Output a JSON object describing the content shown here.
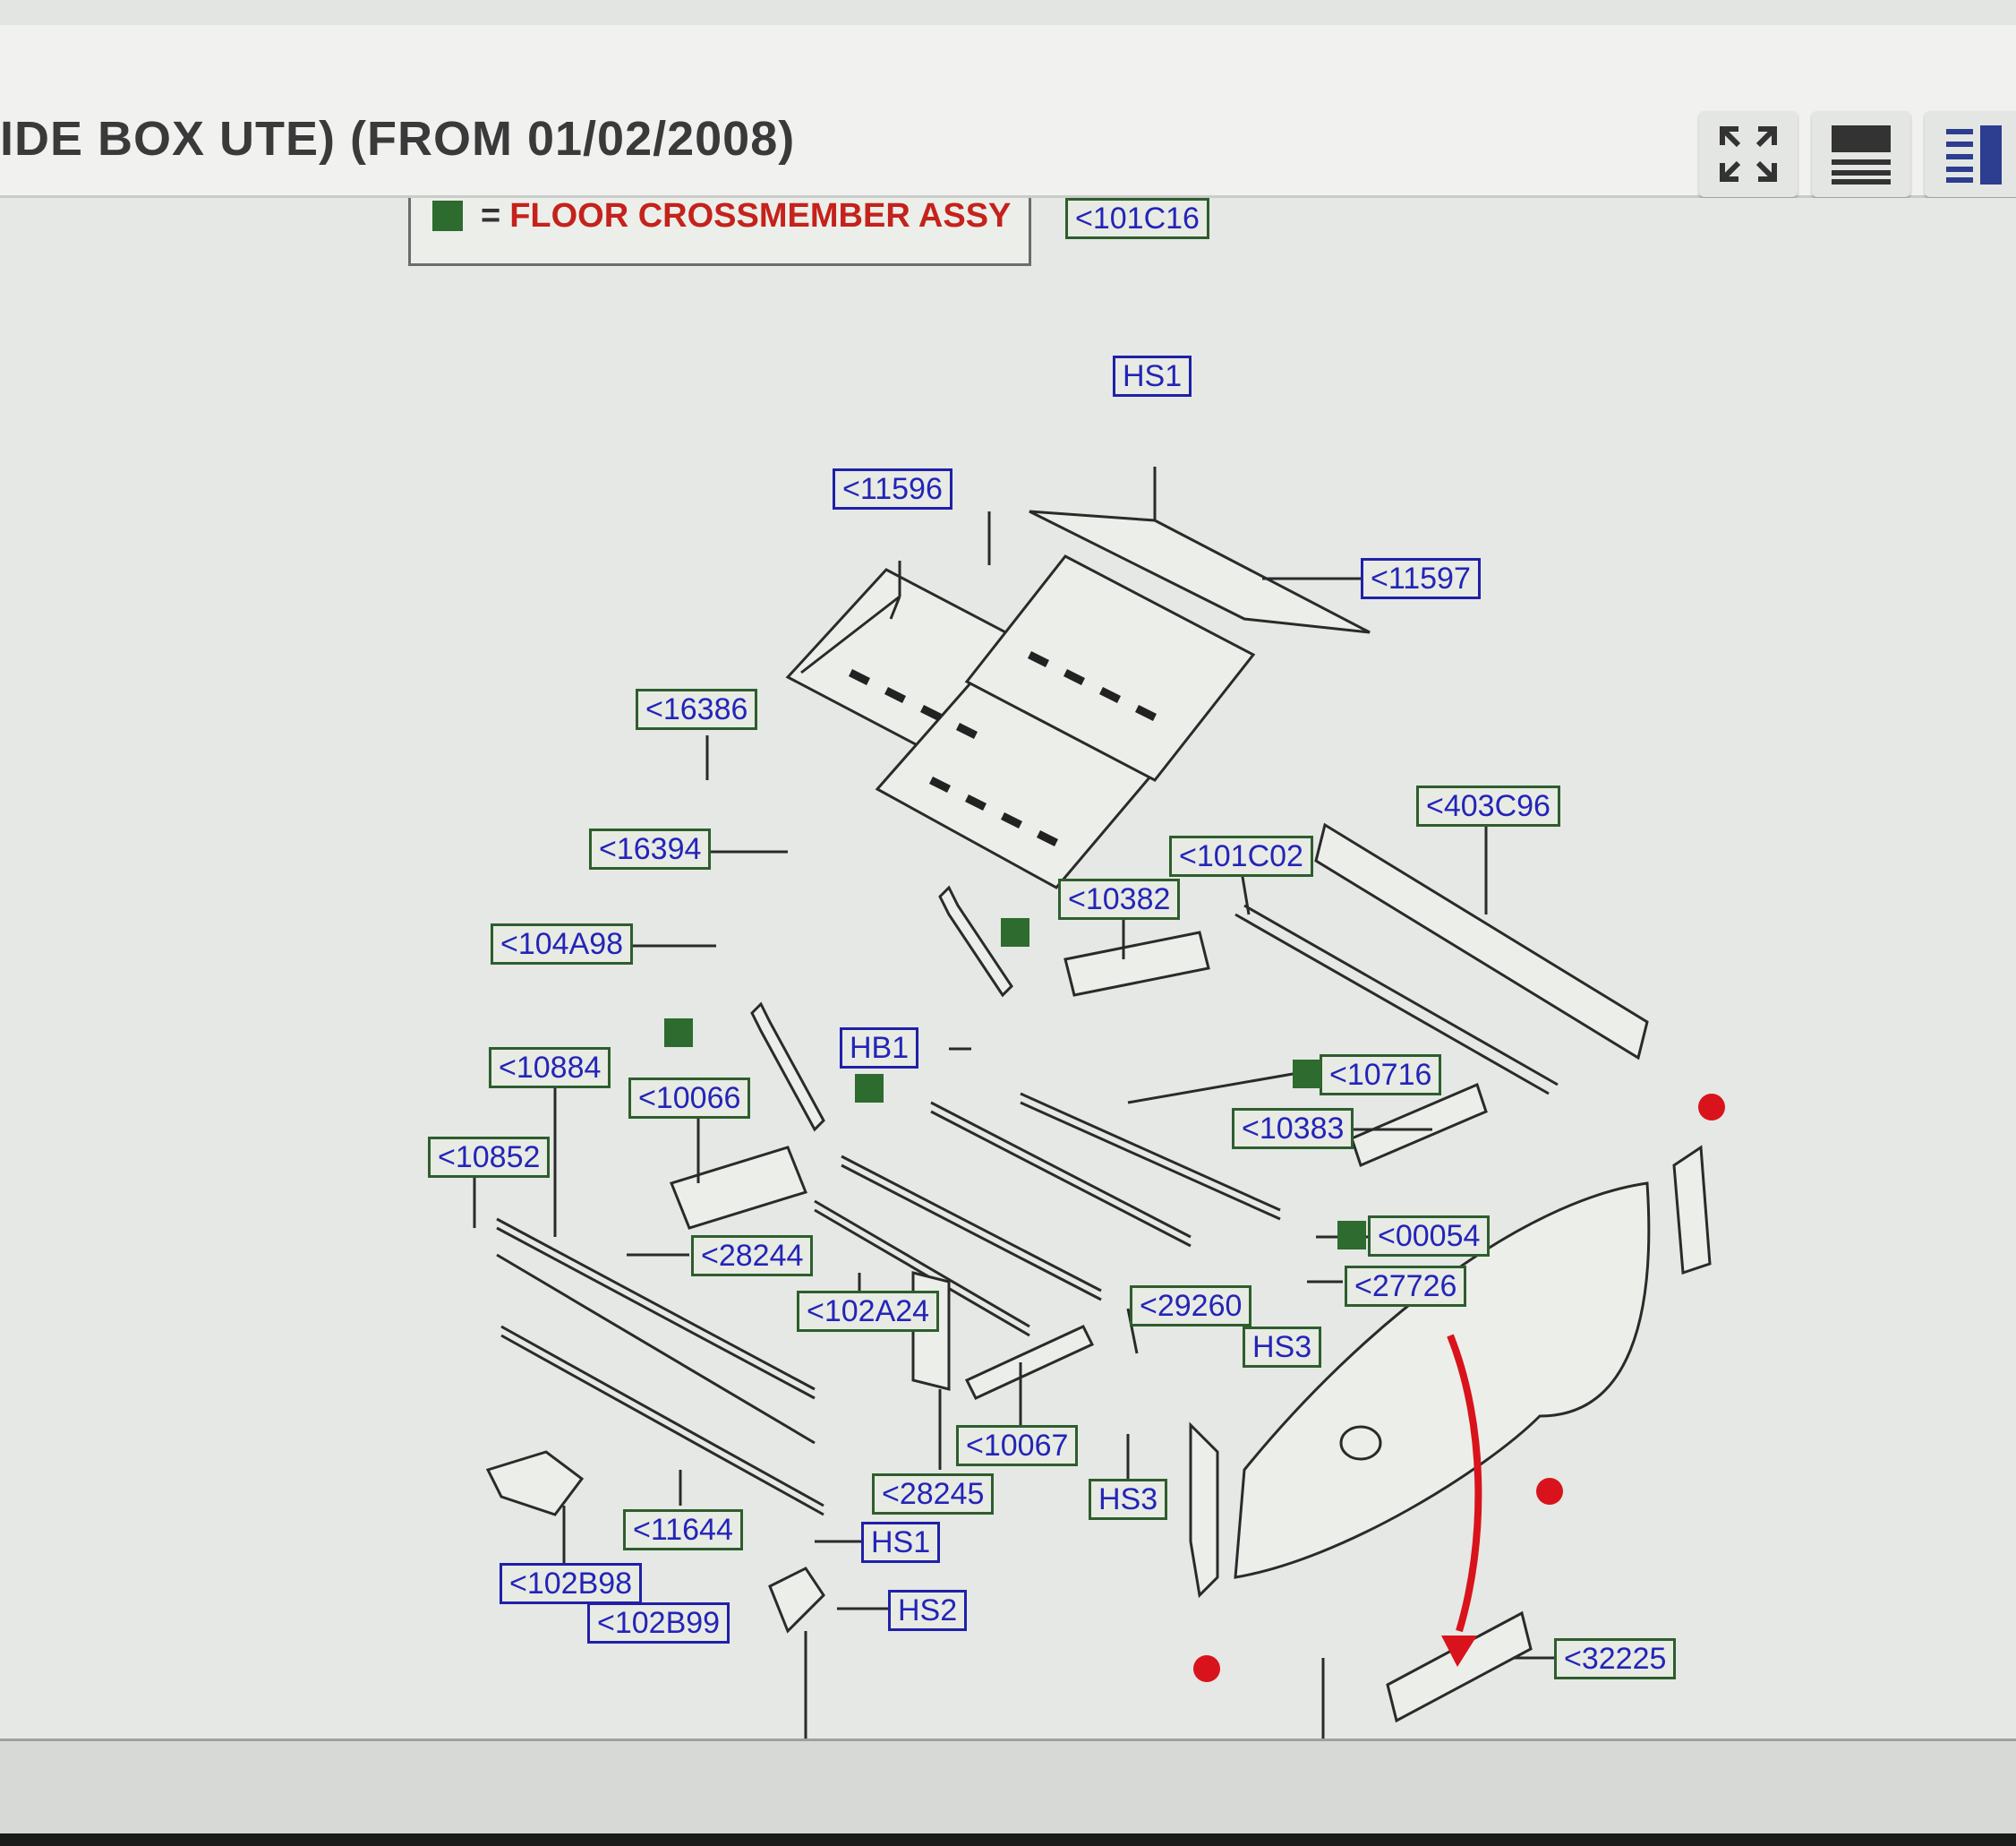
{
  "header": {
    "title": "IDE BOX UTE) (FROM 01/02/2008)"
  },
  "toolbar": {
    "buttons": [
      {
        "icon": "expand-icon"
      },
      {
        "icon": "list-view-icon"
      },
      {
        "icon": "split-view-icon"
      }
    ]
  },
  "legend": {
    "eq": "=",
    "label": "FLOOR CROSSMEMBER ASSY",
    "swatch_color": "#2e6b2e",
    "label_color": "#c4221b"
  },
  "callouts": [
    {
      "text": "<101C16"
    },
    {
      "text": "HS1"
    },
    {
      "text": "<11596"
    },
    {
      "text": "<11597"
    },
    {
      "text": "<16386"
    },
    {
      "text": "<16394"
    },
    {
      "text": "<403C96"
    },
    {
      "text": "<101C02"
    },
    {
      "text": "<10382"
    },
    {
      "text": "<104A98"
    },
    {
      "text": "HB1"
    },
    {
      "text": "<10716"
    },
    {
      "text": "<10884"
    },
    {
      "text": "<10066"
    },
    {
      "text": "<10383"
    },
    {
      "text": "<10852"
    },
    {
      "text": "<28244"
    },
    {
      "text": "<00054"
    },
    {
      "text": "<27726"
    },
    {
      "text": "<102A24"
    },
    {
      "text": "<29260"
    },
    {
      "text": "HS3"
    },
    {
      "text": "<10067"
    },
    {
      "text": "<28245"
    },
    {
      "text": "HS3"
    },
    {
      "text": "<11644"
    },
    {
      "text": "HS1"
    },
    {
      "text": "<102B98"
    },
    {
      "text": "HS2"
    },
    {
      "text": "<102B99"
    },
    {
      "text": "<32225"
    }
  ]
}
